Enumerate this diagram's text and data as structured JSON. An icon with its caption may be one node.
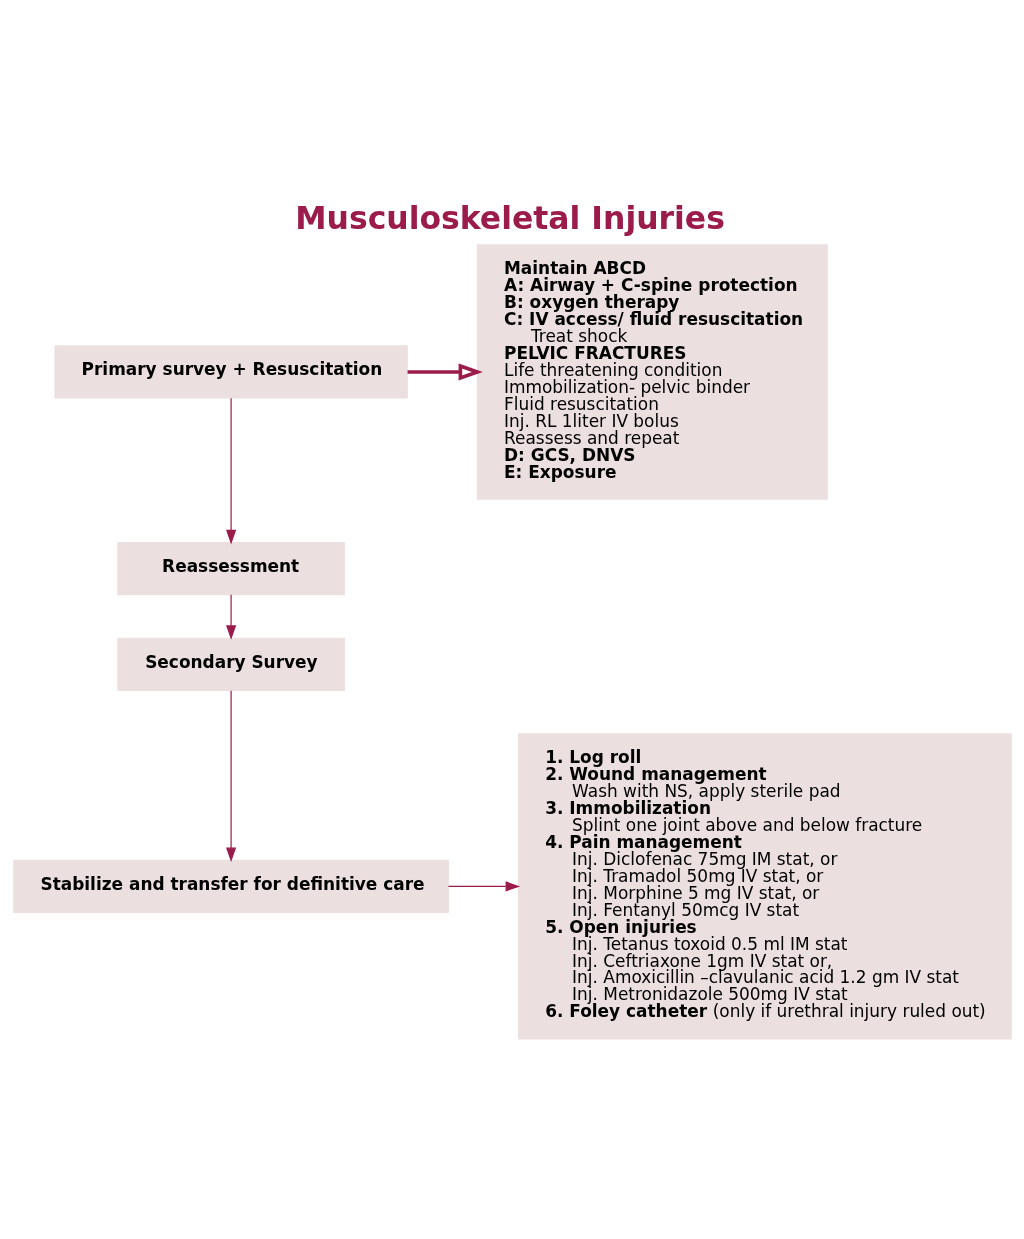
{
  "diagram": {
    "title": "Musculoskeletal Injuries",
    "nodes": [
      {
        "text": [
          "Primary survey + Resuscitation"
        ]
      },
      {
        "text": [
          "Maintain ABCD",
          "A: Airway + C-spine protection",
          "B: oxygen therapy",
          "C: IV access/ fluid resuscitation",
          "Treat shock",
          "PELVIC FRACTURES",
          "Life threatening condition",
          "Immobilization- pelvic binder",
          "Fluid resuscitation",
          "Inj. RL 1liter IV bolus",
          "Reassess and repeat",
          "D: GCS, DNVS",
          "E: Exposure"
        ]
      },
      {
        "text": [
          "Reassessment"
        ]
      },
      {
        "text": [
          "Secondary Survey"
        ]
      },
      {
        "text": [
          "Stabilize and transfer for definitive care"
        ]
      },
      {
        "text": [
          "1. Log roll",
          "2. Wound management",
          "Wash with NS, apply sterile pad",
          "3. Immobilization",
          "Splint one joint above and below fracture",
          "4. Pain management",
          "Inj. Diclofenac 75mg IM stat, or",
          "Inj. Tramadol 50mg IV stat, or",
          "Inj. Morphine 5 mg IV stat, or",
          "Inj. Fentanyl 50mcg IV stat",
          "5. Open injuries",
          "Inj. Tetanus toxoid 0.5 ml IM stat",
          "Inj. Ceftriaxone 1gm IV stat or,",
          "Inj. Amoxicillin –clavulanic acid 1.2 gm IV stat",
          "Inj. Metronidazole 500mg IV stat",
          "**6. Foley catheter** (only if urethral injury ruled out)"
        ]
      }
    ],
    "edges": [
      {
        "from": 0,
        "to": 1,
        "arrow": "to",
        "style": "thick"
      },
      {
        "from": 0,
        "to": 2,
        "arrow": "to"
      },
      {
        "from": 2,
        "to": 3,
        "arrow": "to"
      },
      {
        "from": 3,
        "to": 4,
        "arrow": "to"
      },
      {
        "from": 4,
        "to": 5,
        "arrow": "to"
      }
    ]
  }
}
